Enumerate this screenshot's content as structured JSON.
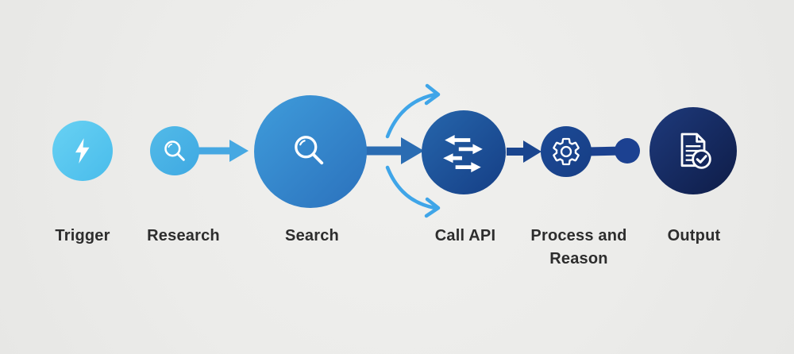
{
  "diagram": {
    "nodes": [
      {
        "label": "Trigger",
        "icon": "lightning-bolt-icon",
        "gradient": [
          "#68D1F3",
          "#49BCEB"
        ]
      },
      {
        "label": "Research",
        "icon": "magnifier-icon",
        "gradient": [
          "#52BAE8",
          "#3FA9E2"
        ]
      },
      {
        "label": "Search",
        "icon": "magnifier-icon",
        "gradient": [
          "#3F9CDB",
          "#2B71BC"
        ]
      },
      {
        "label": "Call API",
        "icon": "transfer-arrows-icon",
        "gradient": [
          "#2666AC",
          "#153E85"
        ]
      },
      {
        "label": "Process and Reason",
        "icon": "gear-icon",
        "gradient": [
          "#1C4A96",
          "#173E85"
        ]
      },
      {
        "label": "Output",
        "icon": "document-check-icon",
        "gradient": [
          "#1E3A7C",
          "#0E1C47"
        ]
      }
    ],
    "decorations": {
      "dot_color": "#1C4191"
    },
    "colors": {
      "arrow_light": "#46A8E2",
      "arrow_medium": "#2A6CB2",
      "arrow_dark": "#1A458E",
      "connector_line": "#1B418F",
      "curved_arrow": "#3FA5E8",
      "icon": "#FFFFFF",
      "label_text": "#2D2D2D",
      "background": "#ECECEA"
    }
  }
}
